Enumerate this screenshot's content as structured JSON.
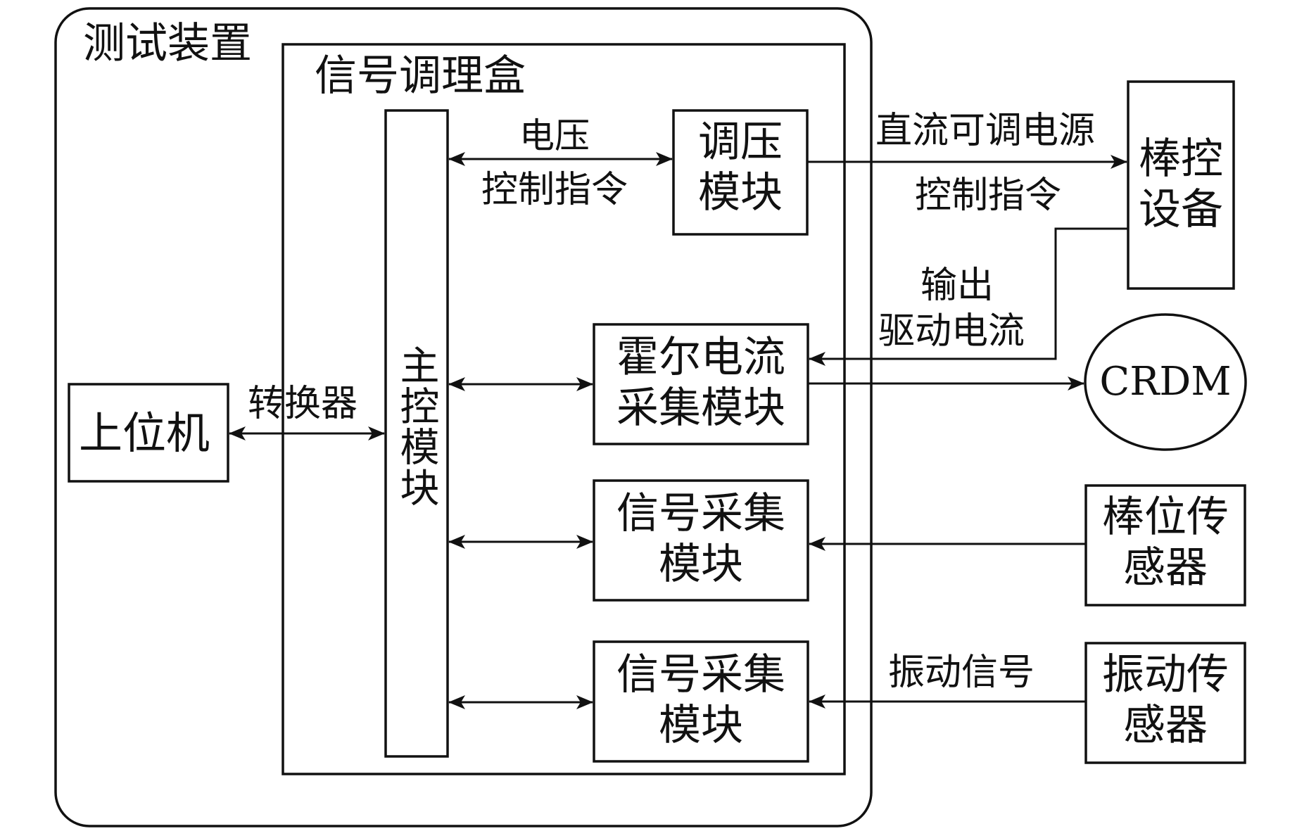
{
  "colors": {
    "stroke": "#111111",
    "background": "#ffffff"
  },
  "containers": {
    "test_device": "测试装置",
    "signal_box": "信号调理盒"
  },
  "blocks": {
    "host": "上位机",
    "main_control": "主控模块",
    "voltage_regulator": [
      "调压",
      "模块"
    ],
    "hall_current": [
      "霍尔电流",
      "采集模块"
    ],
    "signal_acq_1": [
      "信号采集",
      "模块"
    ],
    "signal_acq_2": [
      "信号采集",
      "模块"
    ],
    "rod_control": [
      "棒控",
      "设备"
    ],
    "crdm": "CRDM",
    "rod_position_sensor": [
      "棒位传",
      "感器"
    ],
    "vibration_sensor": [
      "振动传",
      "感器"
    ]
  },
  "connections": {
    "converter": "转换器",
    "voltage_control": [
      "电压",
      "控制指令"
    ],
    "dc_power": "直流可调电源",
    "dc_control": "控制指令",
    "output_drive": [
      "输出",
      "驱动电流"
    ],
    "vibration_signal": "振动信号"
  }
}
